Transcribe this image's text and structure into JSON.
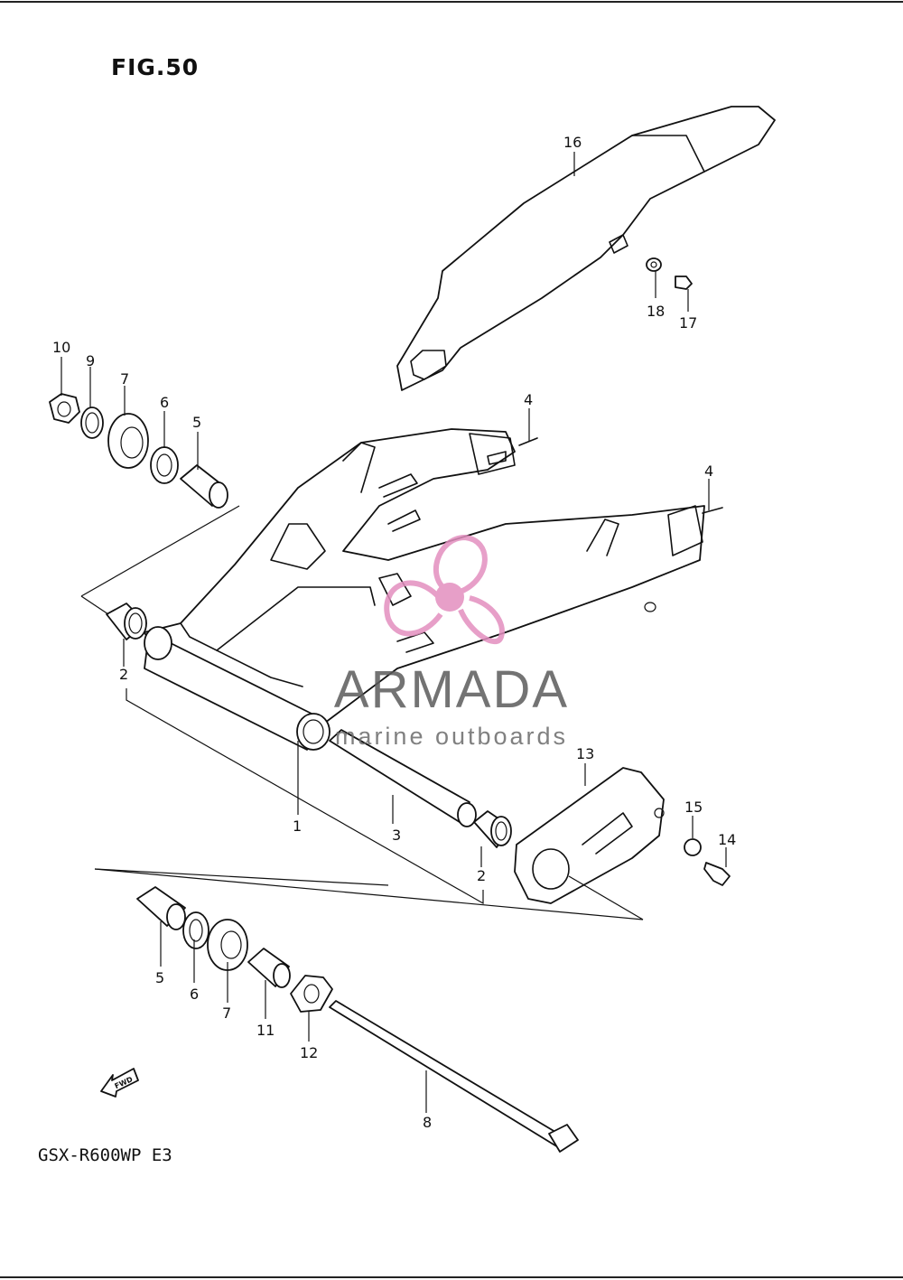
{
  "figure": {
    "title": "FIG.50",
    "model": "GSX-R600WP E3"
  },
  "watermark": {
    "name": "ARMADA",
    "tagline": "marine outboards",
    "colors": {
      "text": "#5b5b5b",
      "logo": "#e38fbf"
    }
  },
  "callouts": {
    "c1": "1",
    "c2a": "2",
    "c2b": "2",
    "c3": "3",
    "c4a": "4",
    "c4b": "4",
    "c5a": "5",
    "c5b": "5",
    "c6a": "6",
    "c6b": "6",
    "c7a": "7",
    "c7b": "7",
    "c8": "8",
    "c9": "9",
    "c10": "10",
    "c11": "11",
    "c12": "12",
    "c13": "13",
    "c14": "14",
    "c15": "15",
    "c16": "16",
    "c17": "17",
    "c18": "18"
  },
  "icons": {
    "fwd": "fwd-arrow-icon",
    "logo": "propeller-logo-icon"
  },
  "fwd_label": "FWD"
}
